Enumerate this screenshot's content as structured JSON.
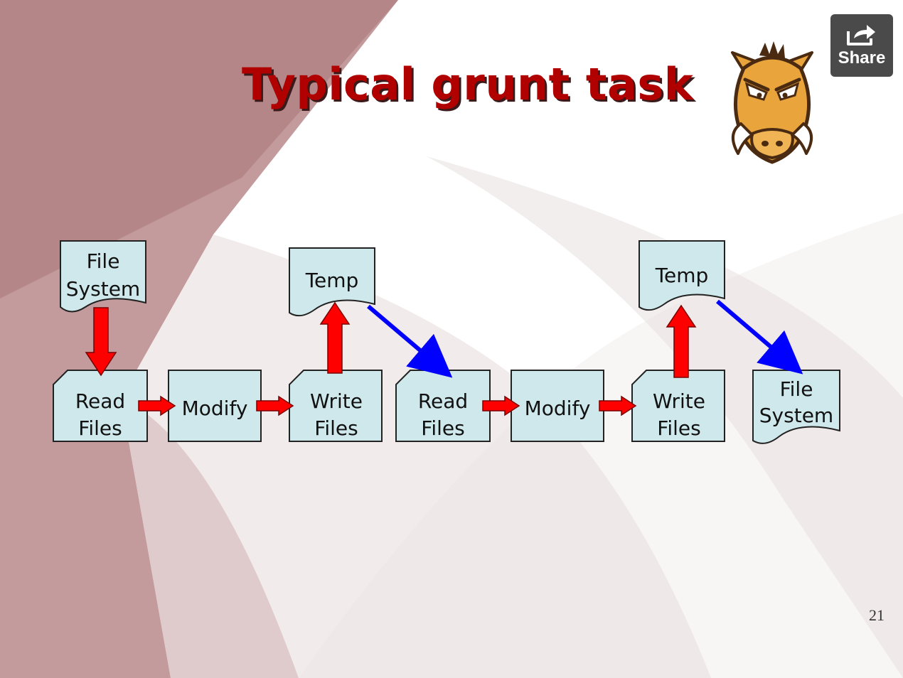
{
  "slide": {
    "title": "Typical grunt task",
    "page_number": "21"
  },
  "share": {
    "label": "Share",
    "icon": "share-icon"
  },
  "logo": {
    "icon": "grunt-boar-logo"
  },
  "colors": {
    "node_fill": "#cfe8eb",
    "red_arrow": "#ff0000",
    "blue_arrow": "#0000ff",
    "title": "#b00000"
  },
  "diagram": {
    "nodes": {
      "fs_top": [
        "File",
        "System"
      ],
      "read1": [
        "Read",
        "Files"
      ],
      "modify1": [
        "Modify"
      ],
      "write1": [
        "Write",
        "Files"
      ],
      "temp1": [
        "Temp"
      ],
      "read2": [
        "Read",
        "Files"
      ],
      "modify2": [
        "Modify"
      ],
      "write2": [
        "Write",
        "Files"
      ],
      "temp2": [
        "Temp"
      ],
      "fs_end": [
        "File",
        "System"
      ]
    }
  }
}
